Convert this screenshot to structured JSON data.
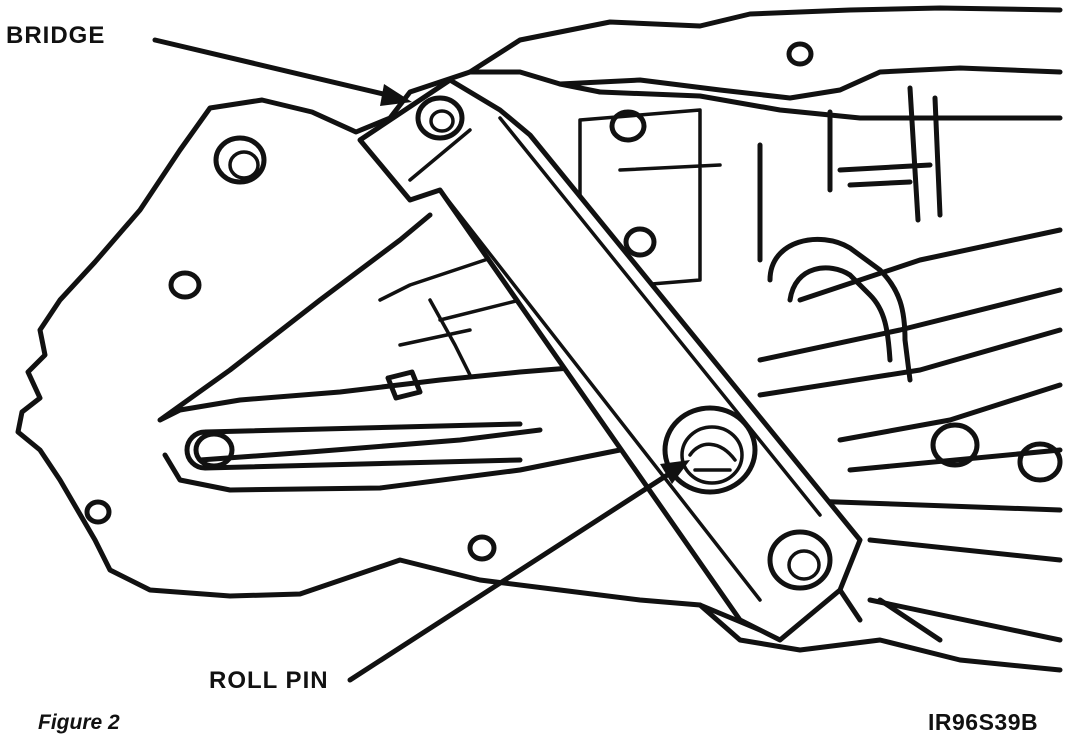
{
  "labels": {
    "bridge": "BRIDGE",
    "roll_pin": "ROLL PIN"
  },
  "caption": "Figure 2",
  "reference_code": "IR96S39B",
  "colors": {
    "ink": "#111111",
    "background": "#ffffff"
  }
}
